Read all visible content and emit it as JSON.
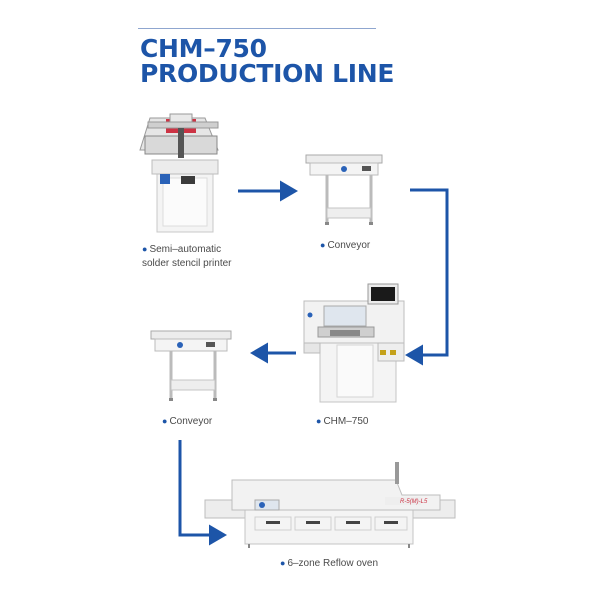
{
  "heading": {
    "line1": "CHM–750",
    "line2": "PRODUCTION LINE"
  },
  "captions": {
    "printer_line1": "Semi–automatic",
    "printer_line2": "solder stencil printer",
    "conveyor1": "Conveyor",
    "pick_place": "CHM–750",
    "conveyor2": "Conveyor",
    "oven": "6–zone Reflow oven"
  },
  "oven_label": "R-5(M)-L5",
  "colors": {
    "accent": "#1d55a8",
    "machine_body": "#f2f2f2",
    "outline": "#bdbdbd"
  },
  "icons": {
    "bullet": "bullet-dot-icon",
    "arrow": "flow-arrow-icon"
  }
}
